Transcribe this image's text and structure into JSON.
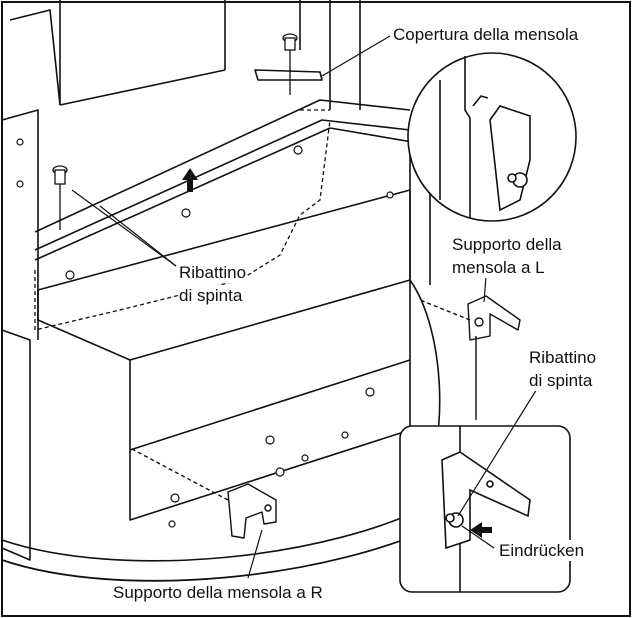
{
  "labels": {
    "cover": "Copertura della mensola",
    "rivet_left_1": "Ribattino",
    "rivet_left_2": "di spinta",
    "bracket_l_1": "Supporto della",
    "bracket_l_2": "mensola a L",
    "rivet_right_1": "Ribattino",
    "rivet_right_2": "di spinta",
    "press": "Eindrücken",
    "bracket_r": "Supporto della mensola a R"
  },
  "icons": [
    "up-arrow-icon",
    "left-arrow-icon"
  ],
  "colors": {
    "line": "#111111",
    "background": "#ffffff"
  }
}
